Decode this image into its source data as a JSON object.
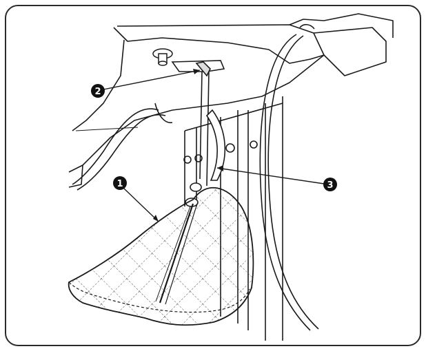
{
  "figure": {
    "callouts": [
      {
        "id": "1",
        "label": "1"
      },
      {
        "id": "2",
        "label": "2"
      },
      {
        "id": "3",
        "label": "3"
      }
    ],
    "colors": {
      "line": "#1a1a1a",
      "quilt_dash": "#555555",
      "border": "#2a2a2a",
      "callout_fill": "#111111"
    },
    "icons": {
      "callout_marker": "filled-circle-number-icon"
    }
  }
}
